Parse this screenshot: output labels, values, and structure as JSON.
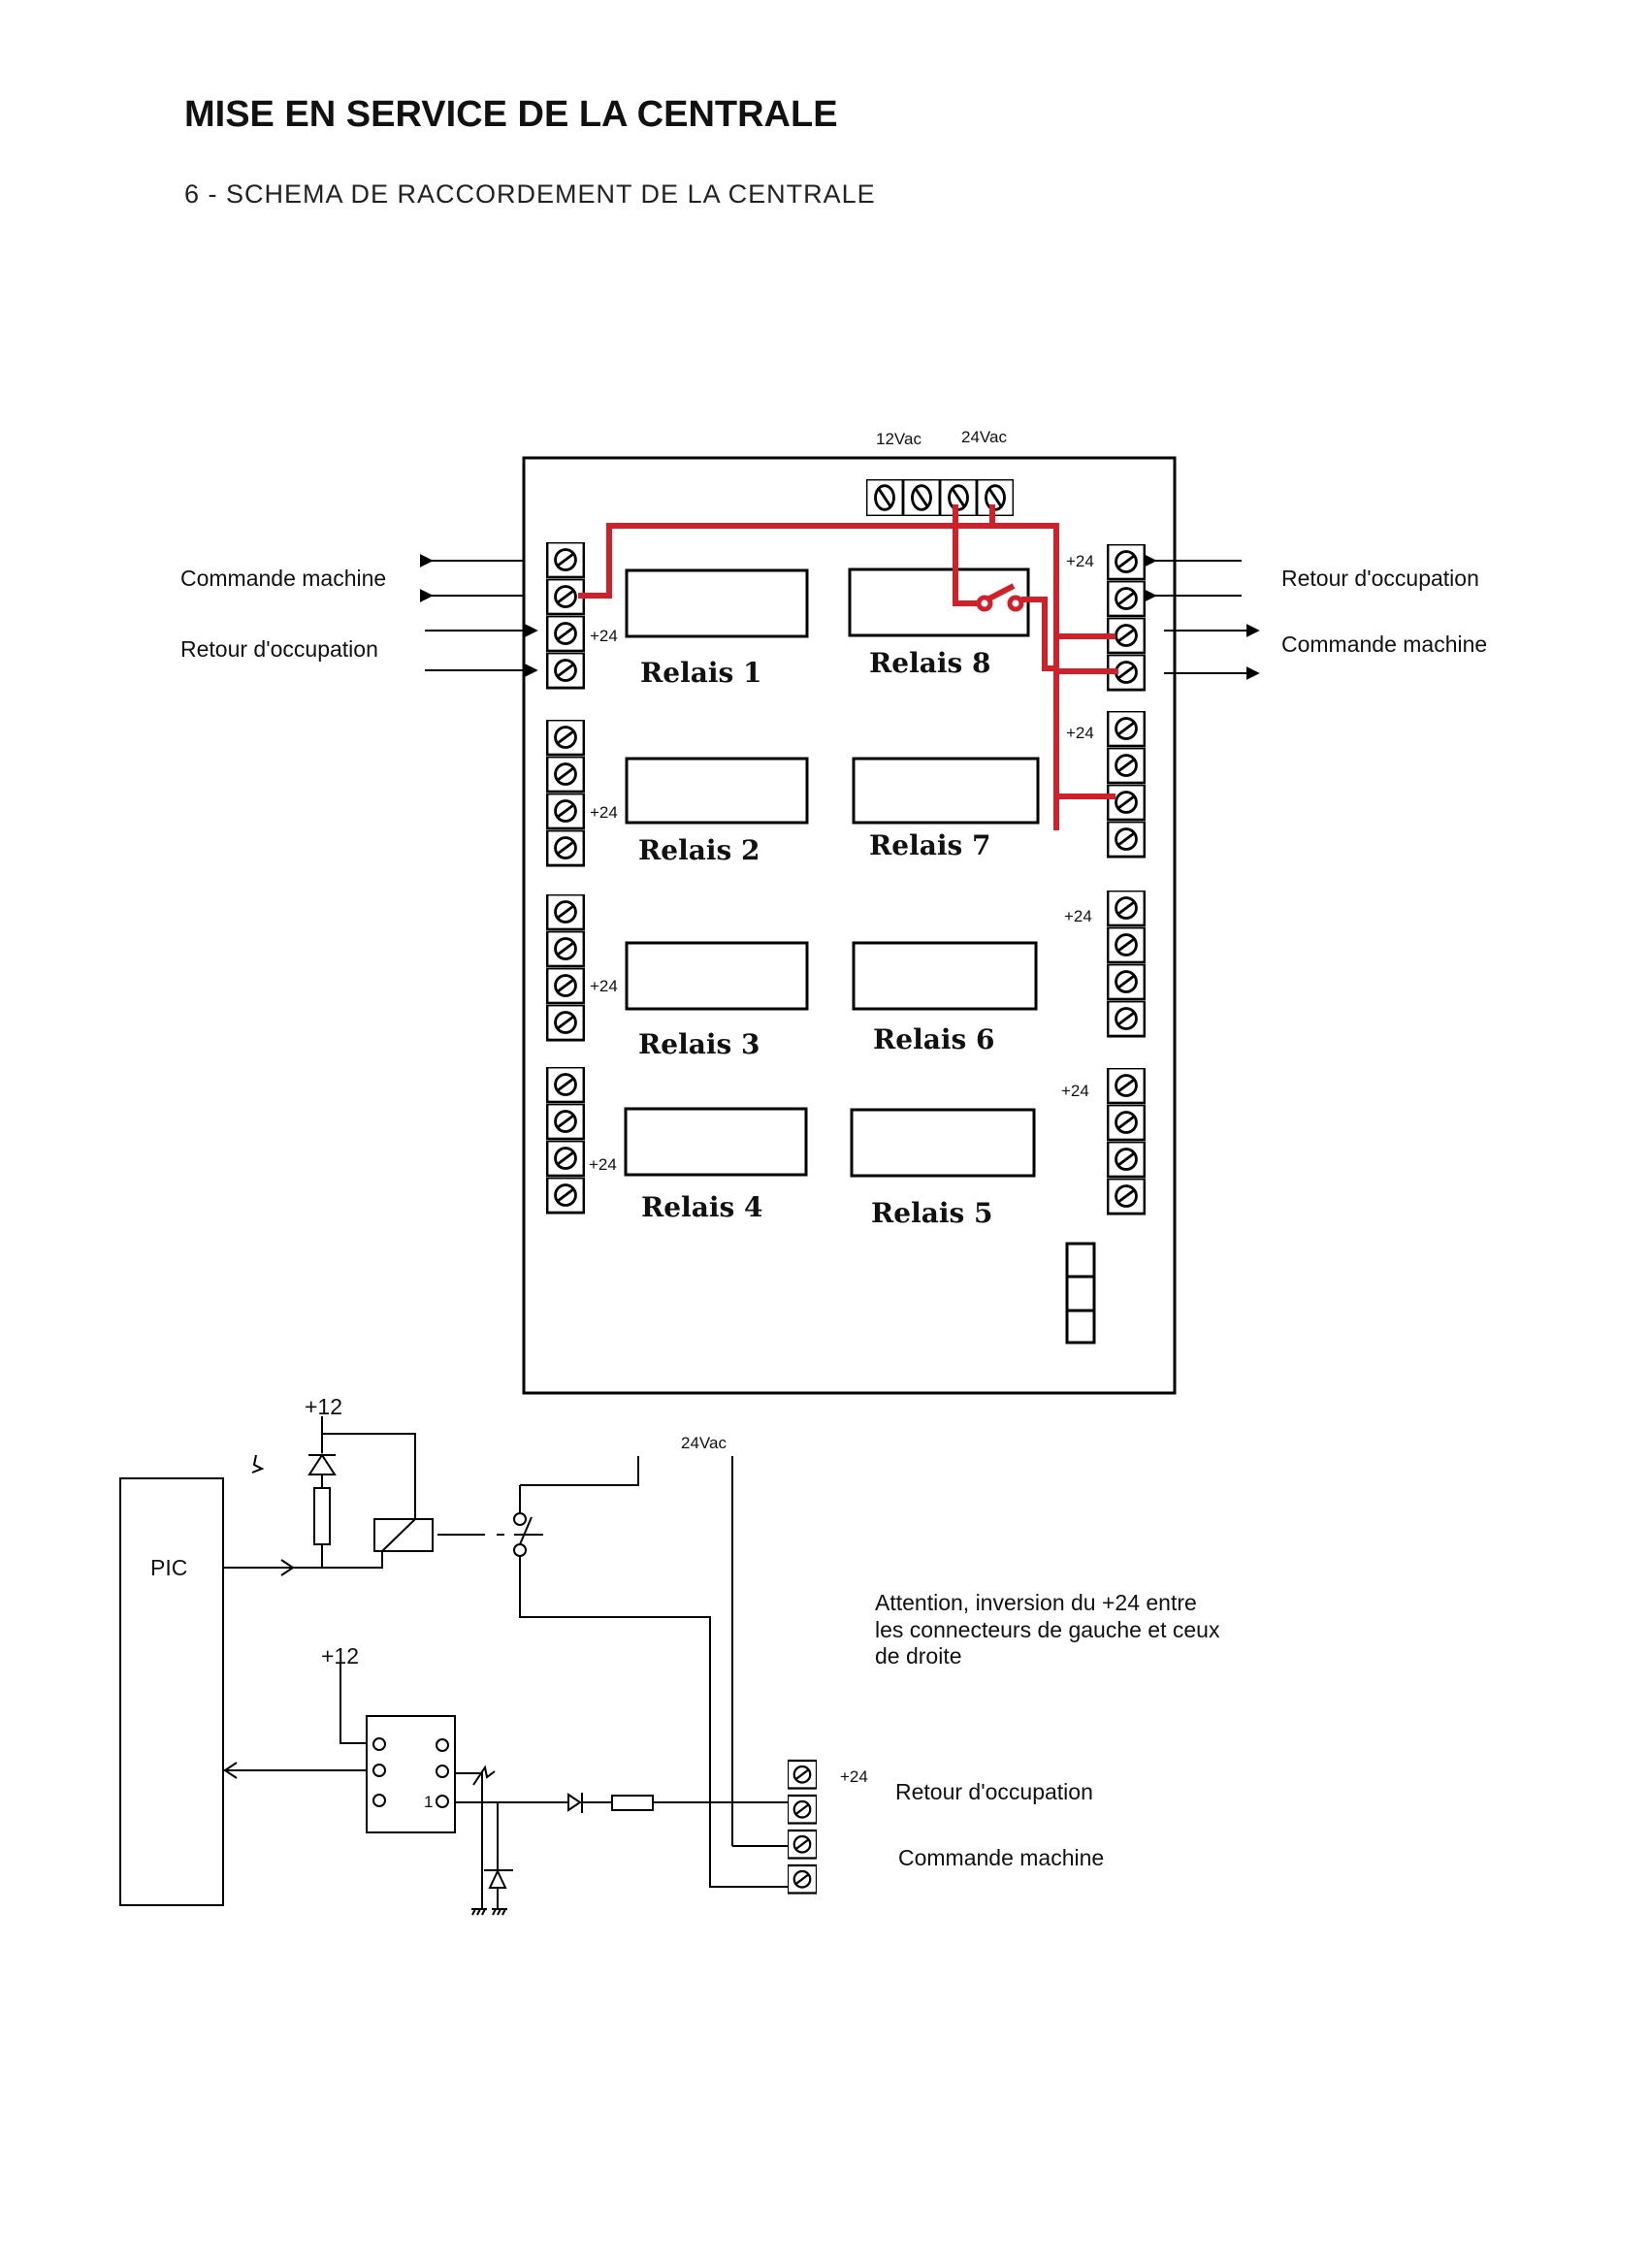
{
  "document": {
    "title": "MISE EN SERVICE DE LA CENTRALE",
    "subtitle": "6 - SCHEMA DE RACCORDEMENT DE LA CENTRALE"
  },
  "board": {
    "power_terminals": {
      "label_12v": "12Vac",
      "label_24v": "24Vac"
    },
    "relays": [
      {
        "id": 1,
        "label": "Relais 1"
      },
      {
        "id": 2,
        "label": "Relais 2"
      },
      {
        "id": 3,
        "label": "Relais 3"
      },
      {
        "id": 4,
        "label": "Relais 4"
      },
      {
        "id": 5,
        "label": "Relais 5"
      },
      {
        "id": 6,
        "label": "Relais 6"
      },
      {
        "id": 7,
        "label": "Relais 7"
      },
      {
        "id": 8,
        "label": "Relais 8"
      }
    ],
    "plus24_label": "+24",
    "left_annotations": {
      "command": "Commande machine",
      "feedback": "Retour d'occupation"
    },
    "right_annotations": {
      "feedback": "Retour d'occupation",
      "command": "Commande machine"
    },
    "wire_color": "#d0202a"
  },
  "schematic": {
    "pic_label": "PIC",
    "supply_label_1": "+12",
    "supply_label_2": "+12",
    "ac_label": "24Vac",
    "opto_pin_label": "1",
    "connector_plus24": "+24",
    "connector_feedback": "Retour d'occupation",
    "connector_command": "Commande machine",
    "note_lines": [
      "Attention, inversion du +24 entre",
      "les connecteurs de gauche et ceux",
      "de droite"
    ]
  }
}
